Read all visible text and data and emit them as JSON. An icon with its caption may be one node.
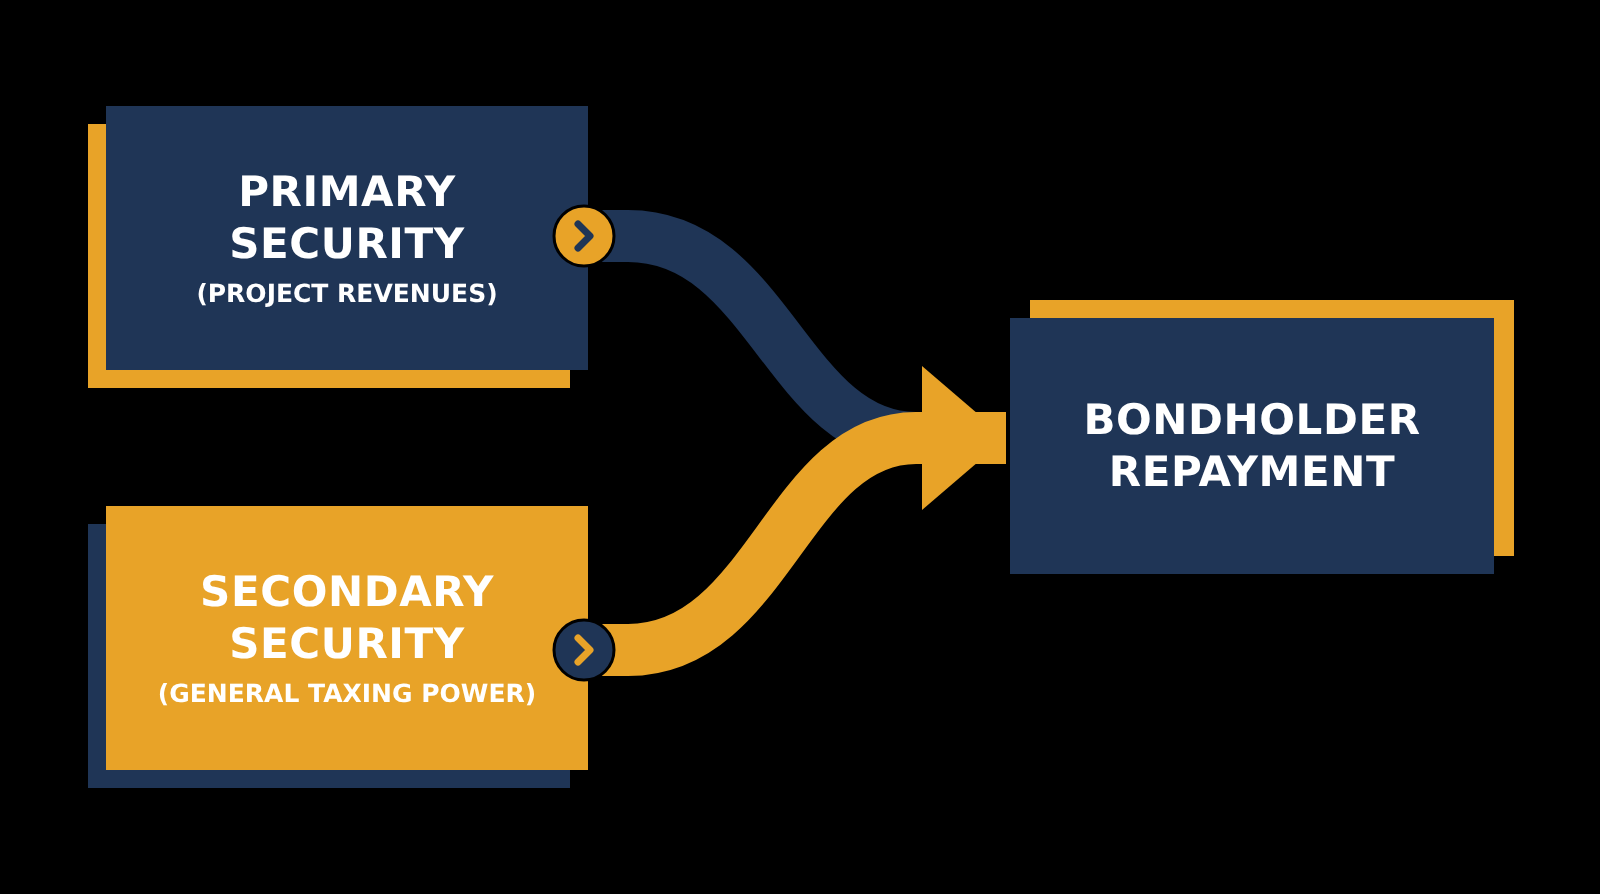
{
  "diagram": {
    "nodes": [
      {
        "text": [
          "PRIMARY SECURITY",
          "(PROJECT REVENUES)"
        ]
      },
      {
        "text": [
          "SECONDARY SECURITY",
          "(GENERAL TAXING POWER)"
        ]
      },
      {
        "text": [
          "BONDHOLDER REPAYMENT"
        ]
      }
    ],
    "edges": [
      {
        "from": 0,
        "to": 2,
        "arrow": "other",
        "color": "#1f3556"
      },
      {
        "from": 1,
        "to": 2,
        "arrow": "to",
        "color": "#e8a328"
      }
    ]
  }
}
